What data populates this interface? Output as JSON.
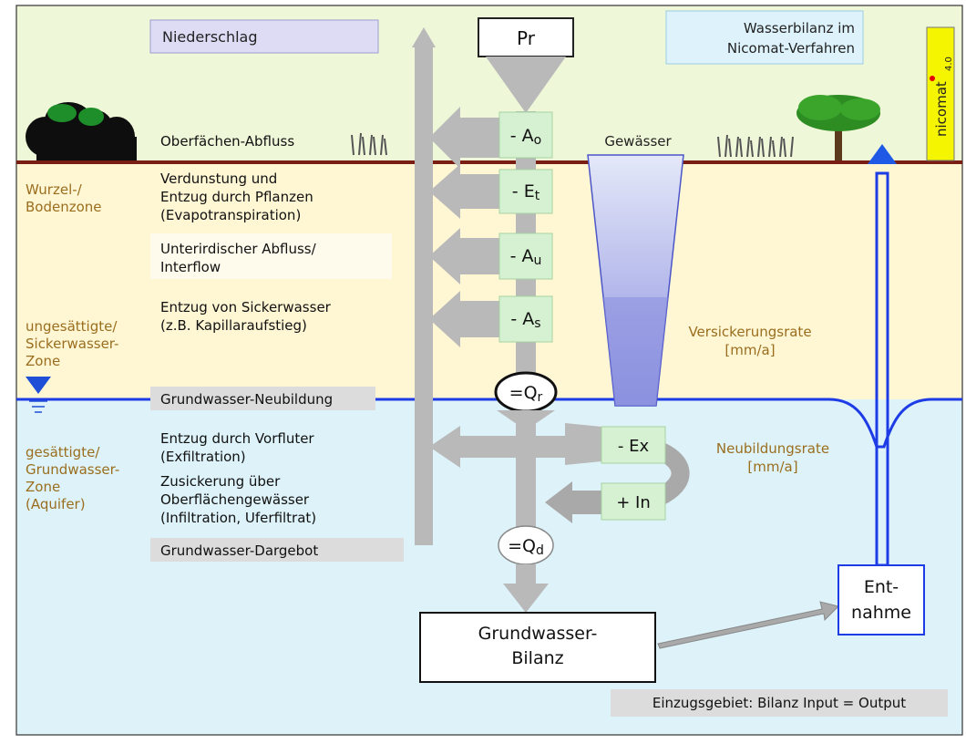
{
  "title_box": {
    "line1": "Wasserbilanz im",
    "line2": "Nicomat-Verfahren"
  },
  "logo": {
    "text": "nicomat",
    "version": "4.0"
  },
  "top_labels": {
    "niederschlag": "Niederschlag",
    "pr": "Pr",
    "gewaesser": "Gewässer"
  },
  "zones": {
    "wurzel": [
      "Wurzel-/",
      "Bodenzone"
    ],
    "unsat": [
      "ungesättigte/",
      "Sickerwasser-",
      "Zone"
    ],
    "sat": [
      "gesättigte/",
      "Grundwasser-",
      "Zone",
      "(Aquifer)"
    ]
  },
  "processes": {
    "oberflaeche": [
      "Oberfächen-Abfluss"
    ],
    "verdunstung": [
      "Verdunstung und",
      "Entzug durch Pflanzen",
      "(Evapotranspiration)"
    ],
    "interflow": [
      "Unterirdischer Abfluss/",
      "Interflow"
    ],
    "sickerwasser": [
      "Entzug von Sickerwasser",
      "(z.B. Kapillaraufstieg)"
    ],
    "neubildung": [
      "Grundwasser-Neubildung"
    ],
    "exfiltration": [
      "Entzug durch Vorfluter",
      "(Exfiltration)"
    ],
    "infiltration": [
      "Zusickerung über",
      "Oberflächengewässer",
      "(Infiltration, Uferfiltrat)"
    ],
    "dargebot": [
      "Grundwasser-Dargebot"
    ]
  },
  "terms": {
    "ao": {
      "sign": "- A",
      "sub": "o"
    },
    "et": {
      "sign": "- E",
      "sub": "t"
    },
    "au": {
      "sign": "- A",
      "sub": "u"
    },
    "as": {
      "sign": "- A",
      "sub": "s"
    },
    "qr": {
      "sign": "=Q",
      "sub": "r"
    },
    "qd": {
      "sign": "=Q",
      "sub": "d"
    },
    "ex": "- Ex",
    "in": "+ In"
  },
  "rates": {
    "versickerung": [
      "Versickerungsrate",
      "[mm/a]"
    ],
    "neubildung": [
      "Neubildungsrate",
      "[mm/a]"
    ]
  },
  "bilanz": [
    "Grundwasser-",
    "Bilanz"
  ],
  "entnahme": [
    "Ent-",
    "nahme"
  ],
  "footer": "Einzugsgebiet: Bilanz Input = Output",
  "colors": {
    "sky": "#EEF7D8",
    "soil": "#FFF6D4",
    "aquifer": "#DDF2F9",
    "green_box": "#D6F0D2",
    "zone_text": "#9A6E1E",
    "water_line": "#1E3CE6",
    "ground_line": "#7A1E14",
    "grey_arrow": "#B9B9B9"
  }
}
